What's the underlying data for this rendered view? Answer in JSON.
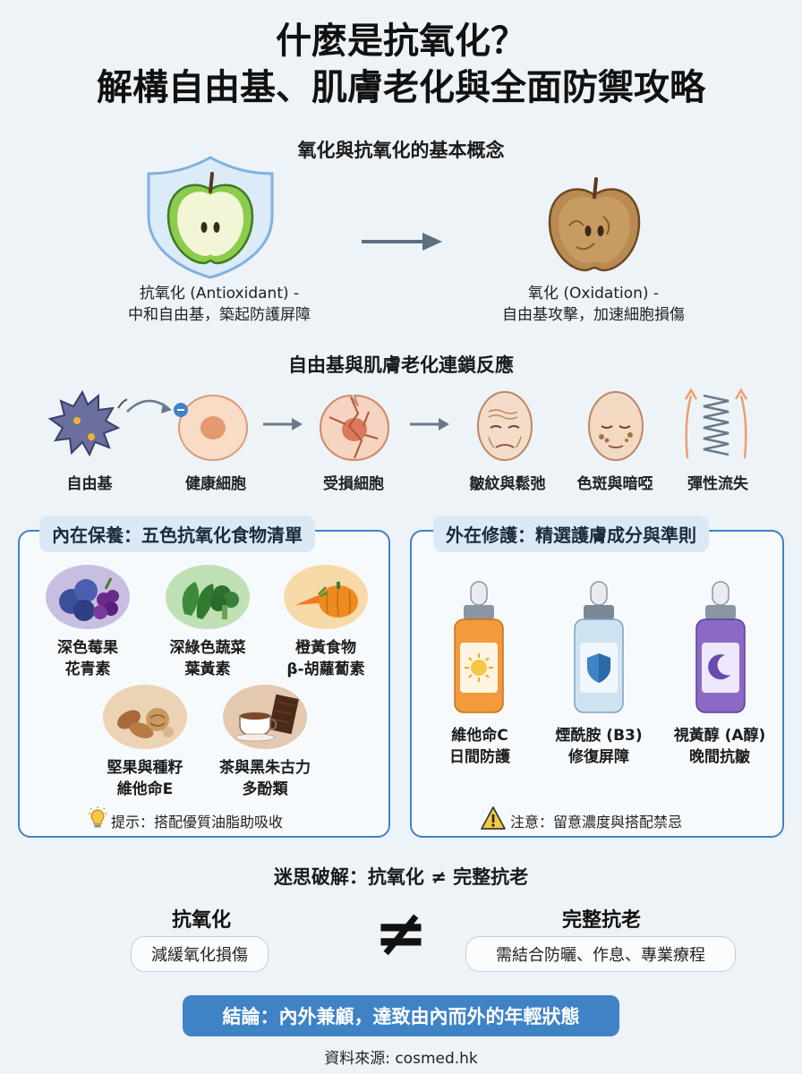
{
  "title_line1": "什麼是抗氧化？",
  "title_line2": "解構自由基、肌膚老化與全面防禦攻略",
  "concept": {
    "heading": "氧化與抗氧化的基本概念",
    "anti_line1": "抗氧化 (Antioxidant) -",
    "anti_line2": "中和自由基，築起防護屏障",
    "ox_line1": "氧化 (Oxidation) -",
    "ox_line2": "自由基攻擊，加速細胞損傷"
  },
  "chain": {
    "heading": "自由基與肌膚老化連鎖反應",
    "labels": [
      "自由基",
      "健康細胞",
      "受損細胞",
      "皺紋與鬆弛",
      "色斑與暗啞",
      "彈性流失"
    ]
  },
  "inner": {
    "tag": "內在保養：五色抗氧化食物清單",
    "foods": [
      {
        "line1": "深色莓果",
        "line2": "花青素"
      },
      {
        "line1": "深綠色蔬菜",
        "line2": "葉黃素"
      },
      {
        "line1": "橙黃食物",
        "line2": "β-胡蘿蔔素"
      },
      {
        "line1": "堅果與種籽",
        "line2": "維他命E"
      },
      {
        "line1": "茶與黑朱古力",
        "line2": "多酚類"
      }
    ],
    "tip": "提示：搭配優質油脂助吸收"
  },
  "outer": {
    "tag": "外在修護：精選護膚成分與準則",
    "serums": [
      {
        "line1": "維他命C",
        "line2": "日間防護",
        "color": "#f29a3c"
      },
      {
        "line1": "煙酰胺 (B3)",
        "line2": "修復屏障",
        "color": "#bcd8ea"
      },
      {
        "line1": "視黃醇 (A醇)",
        "line2": "晚間抗皺",
        "color": "#8a6ac4"
      }
    ],
    "note": "注意：留意濃度與搭配禁忌"
  },
  "myth": {
    "heading": "迷思破解：抗氧化 ≠ 完整抗老",
    "left_title": "抗氧化",
    "left_pill": "減緩氧化損傷",
    "neq": "≠",
    "right_title": "完整抗老",
    "right_pill": "需結合防曬、作息、專業療程"
  },
  "conclusion": "結論：內外兼顧，達致由內而外的年輕狀態",
  "source": "資料來源: cosmed.hk",
  "colors": {
    "accent": "#3f83c6",
    "background": "#eef3f8"
  }
}
